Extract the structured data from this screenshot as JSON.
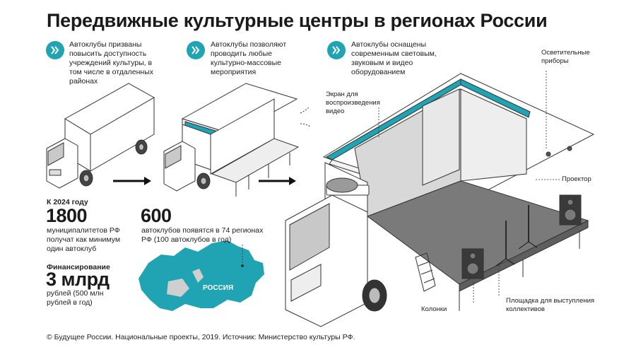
{
  "title": "Передвижные культурные центры в регионах России",
  "notes": [
    "Автоклубы призваны повысить доступность учреждений культуры, в том числе в отдаленных районах",
    "Автоклубы позволяют проводить любые культурно-массовые мероприятия",
    "Автоклубы оснащены современным световым, звуковым и видео оборудованием"
  ],
  "annotations": {
    "lighting": "Осветительные приборы",
    "screen": "Экран для воспроизведения видео",
    "projector": "Проектор",
    "speakers": "Колонки",
    "stage": "Площадка для выступления коллективов"
  },
  "stats": {
    "by2024_label": "К 2024 году",
    "municipalities_value": "1800",
    "municipalities_text": "муниципалитетов РФ получат как минимум один автоклуб",
    "clubs_value": "600",
    "clubs_text": "автоклубов появятся в 74 регионах РФ (100 автоклубов в год)",
    "funding_label": "Финансирование",
    "funding_value": "3 млрд",
    "funding_text": "рублей (500 млн рублей в год)"
  },
  "map_label": "РОССИЯ",
  "footer": "© Будущее России. Национальные проекты, 2019. Источник: Министерство культуры РФ.",
  "colors": {
    "accent": "#20a4b3",
    "dark_gray": "#6d6d6d",
    "stage_gray": "#7a7a7a"
  }
}
